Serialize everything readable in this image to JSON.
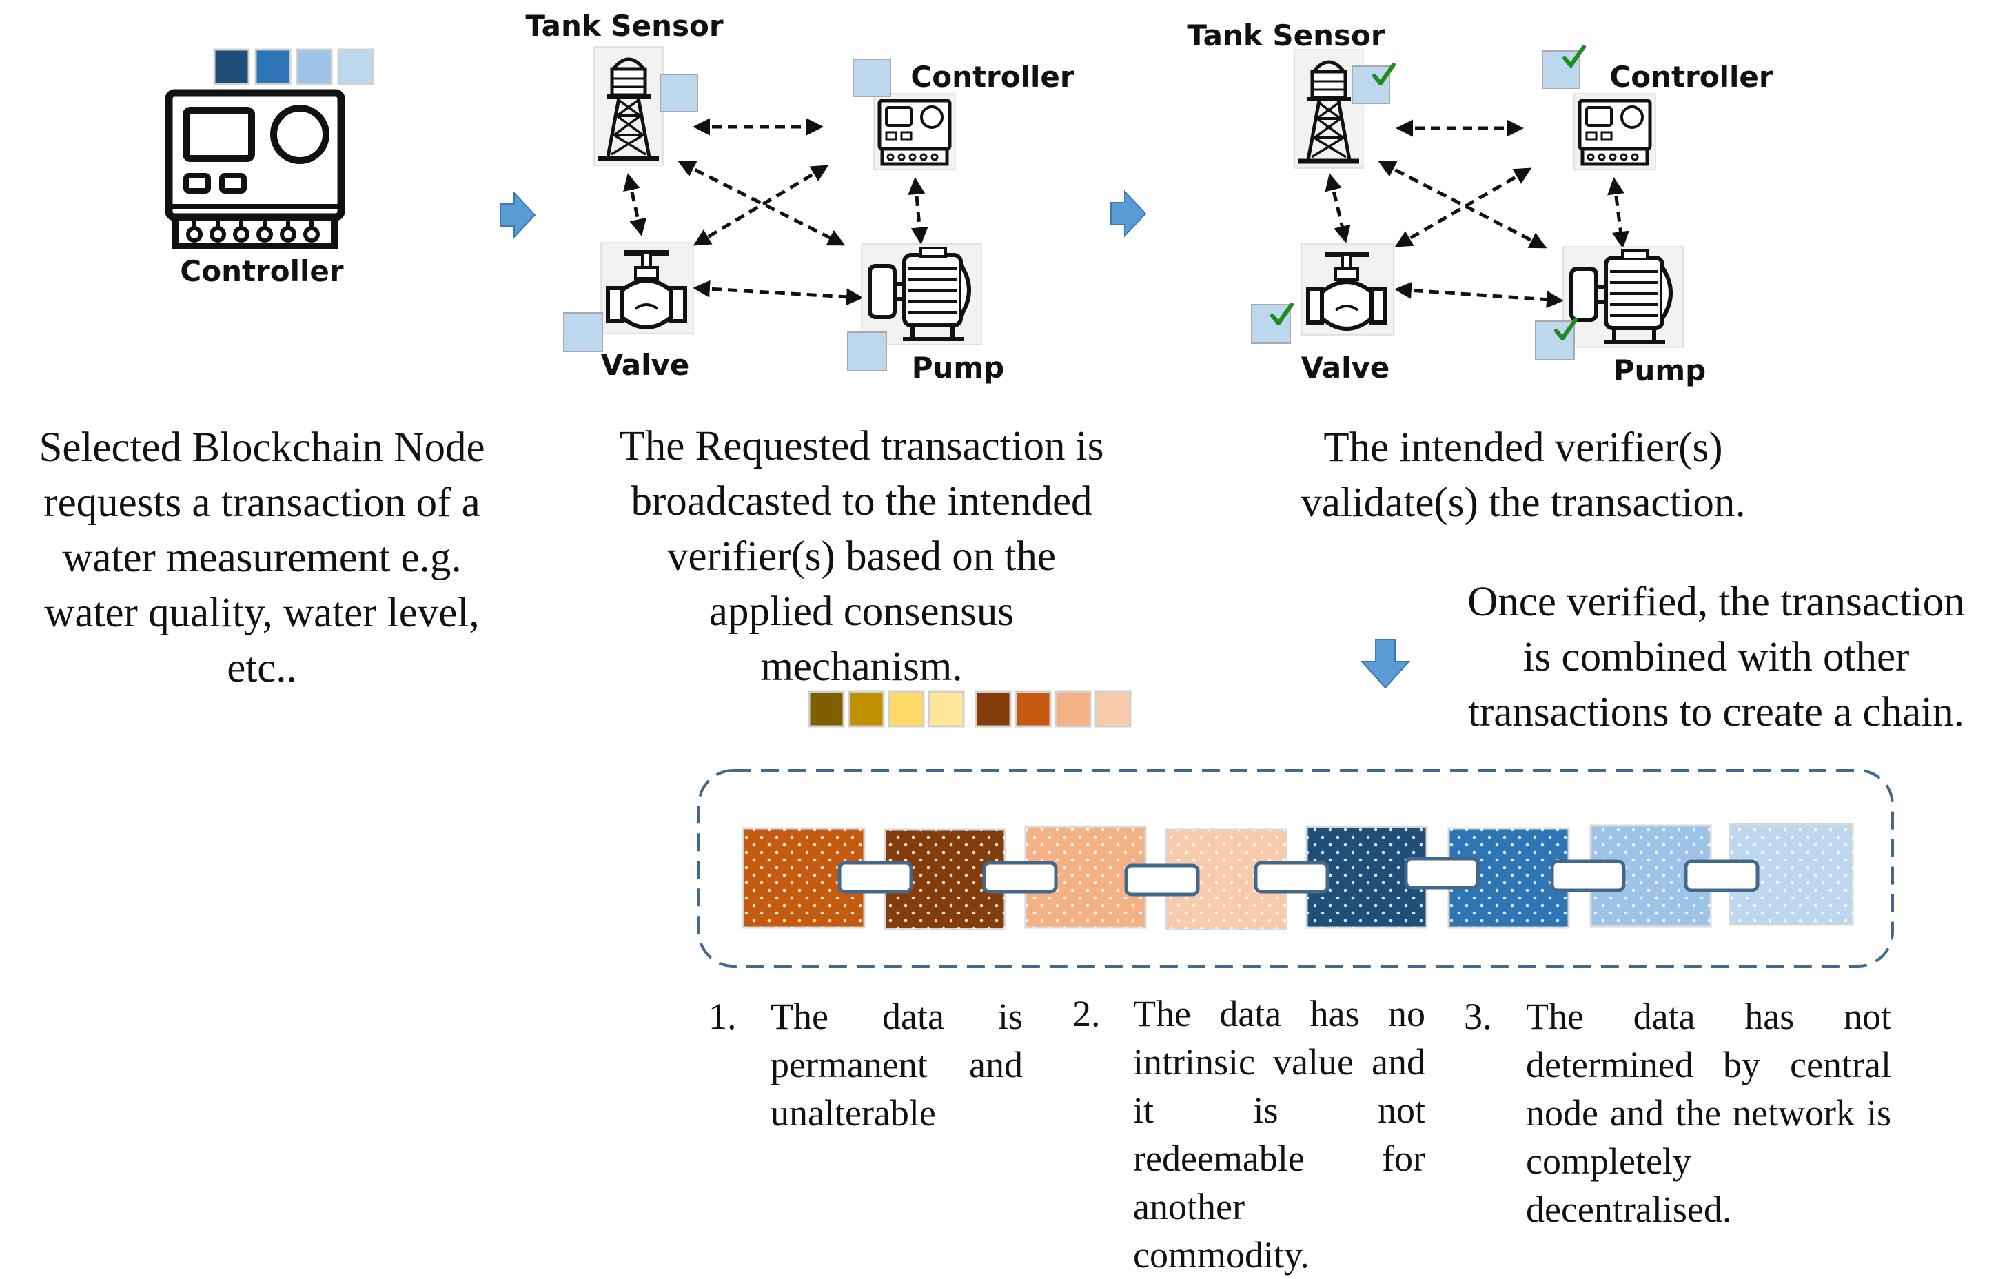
{
  "colors": {
    "blue": [
      "#1f4e79",
      "#2e75b6",
      "#9dc3e6",
      "#bdd7ee"
    ],
    "brown": [
      "#7f6000",
      "#bf9000",
      "#ffd966",
      "#ffe699",
      "#843c0c",
      "#c55a11",
      "#f4b183",
      "#f8cbad"
    ],
    "chain": [
      "#c55a11",
      "#843c0c",
      "#f4b183",
      "#f8cbad",
      "#1f4e79",
      "#2e75b6",
      "#9dc3e6",
      "#bdd7ee"
    ],
    "arrow": "#5b9bd5",
    "check": "#1e8c1e",
    "chain_border": "#44688c"
  },
  "panel1": {
    "label": "Controller",
    "caption": [
      "Selected Blockchain Node",
      "requests a transaction of a",
      "water measurement e.g.",
      "water quality, water level,",
      "etc.."
    ]
  },
  "panel2": {
    "labels": {
      "tank": "Tank Sensor",
      "controller": "Controller",
      "valve": "Valve",
      "pump": "Pump"
    },
    "caption": [
      "The Requested transaction is",
      "broadcasted to the intended",
      "verifier(s) based on the",
      "applied consensus",
      "mechanism."
    ]
  },
  "panel3": {
    "labels": {
      "tank": "Tank Sensor",
      "controller": "Controller",
      "valve": "Valve",
      "pump": "Pump"
    },
    "caption": [
      "The intended verifier(s)",
      "validate(s) the transaction."
    ]
  },
  "panel4": {
    "caption": [
      "Once verified, the transaction",
      "is combined with other",
      "transactions to create a chain."
    ]
  },
  "notes": [
    {
      "num": "1.",
      "text": "The data is permanent and unalterable"
    },
    {
      "num": "2.",
      "text": "The data has no intrinsic value and it is not redeemable for another commodity."
    },
    {
      "num": "3.",
      "text": "The data has not determined by central node and the network is completely decentralised."
    }
  ]
}
